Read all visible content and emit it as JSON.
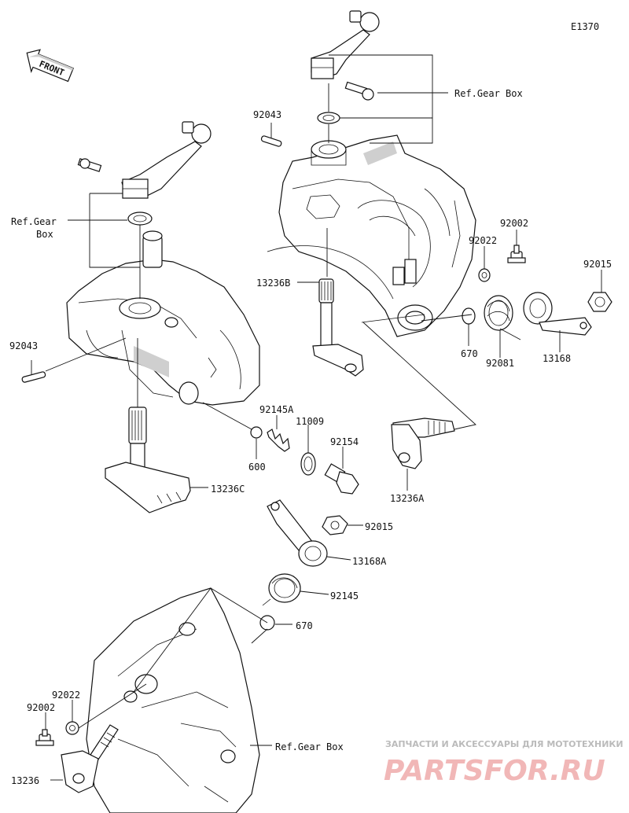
{
  "diagram_code": "E1370",
  "front_label": "FRONT",
  "parts": {
    "p92043_upper": "92043",
    "p92043_left": "92043",
    "p13236B": "13236B",
    "p13236C": "13236C",
    "p13236A": "13236A",
    "p13236": "13236",
    "p92002_right": "92002",
    "p92002_left": "92002",
    "p92022_right": "92022",
    "p92022_left": "92022",
    "p92015_right": "92015",
    "p92015_mid": "92015",
    "p670_right": "670",
    "p670_mid": "670",
    "p92081": "92081",
    "p13168": "13168",
    "p13168A": "13168A",
    "p92145A": "92145A",
    "p92145": "92145",
    "p11009": "11009",
    "p92154": "92154",
    "p600": "600"
  },
  "refs": {
    "gear_box_top": "Ref.Gear Box",
    "gear_box_left_line1": "Ref.Gear",
    "gear_box_left_line2": "Box",
    "gear_box_bottom": "Ref.Gear Box"
  },
  "watermark": {
    "tagline": "ЗАПЧАСТИ И АКСЕССУАРЫ ДЛЯ МОТОТЕХНИКИ",
    "brand": "PARTSFOR.RU"
  }
}
